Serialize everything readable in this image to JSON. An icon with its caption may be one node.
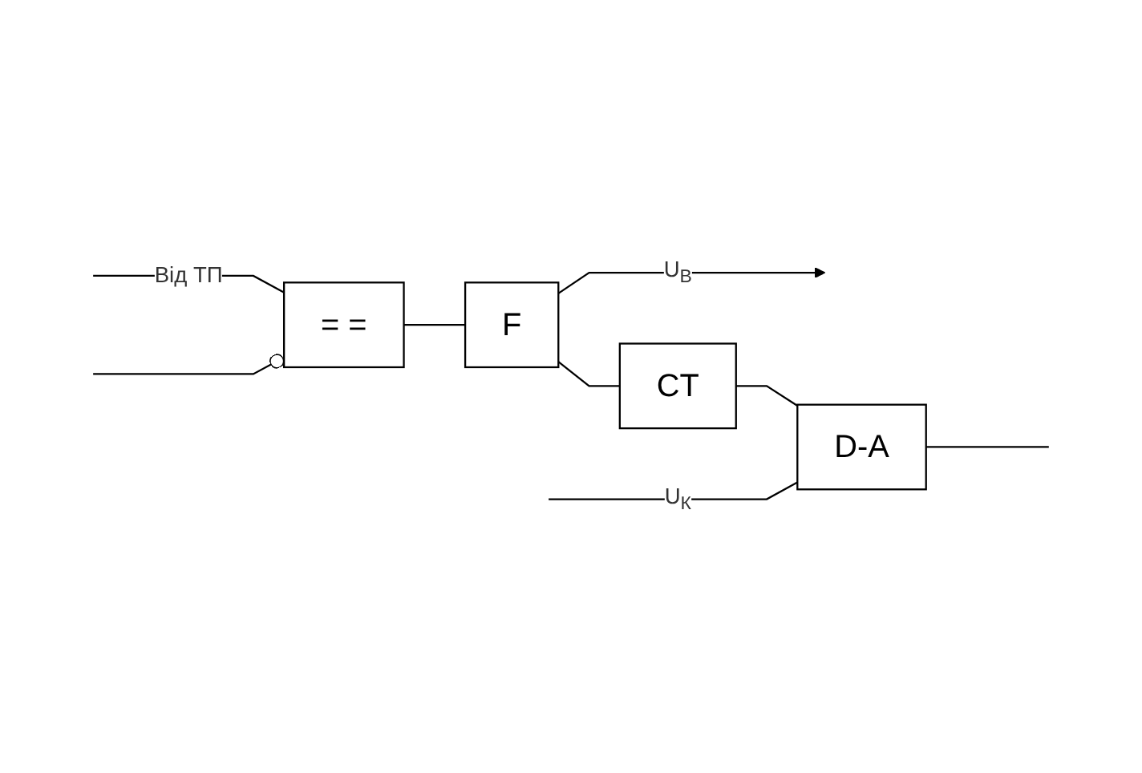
{
  "diagram": {
    "nodes": [
      {
        "text": [
          "= ="
        ]
      },
      {
        "text": [
          "F"
        ]
      },
      {
        "text": [
          "CT"
        ]
      },
      {
        "text": [
          "D-A"
        ]
      }
    ],
    "edges": [
      {
        "from": null,
        "to": 0,
        "arrow": "none",
        "label": "Від ТП"
      },
      {
        "from": 0,
        "to": 1,
        "arrow": "none"
      },
      {
        "from": 1,
        "to": null,
        "arrow": "to",
        "label": "U$_{В}$"
      },
      {
        "from": 1,
        "to": 2,
        "arrow": "none"
      },
      {
        "from": 2,
        "to": 3,
        "arrow": "none"
      },
      {
        "from": 3,
        "to": null,
        "arrow": "none"
      },
      {
        "from": null,
        "to": 0,
        "arrow": "other"
      },
      {
        "from": null,
        "to": 3,
        "arrow": "none",
        "label": "U$_{К}$"
      }
    ]
  }
}
